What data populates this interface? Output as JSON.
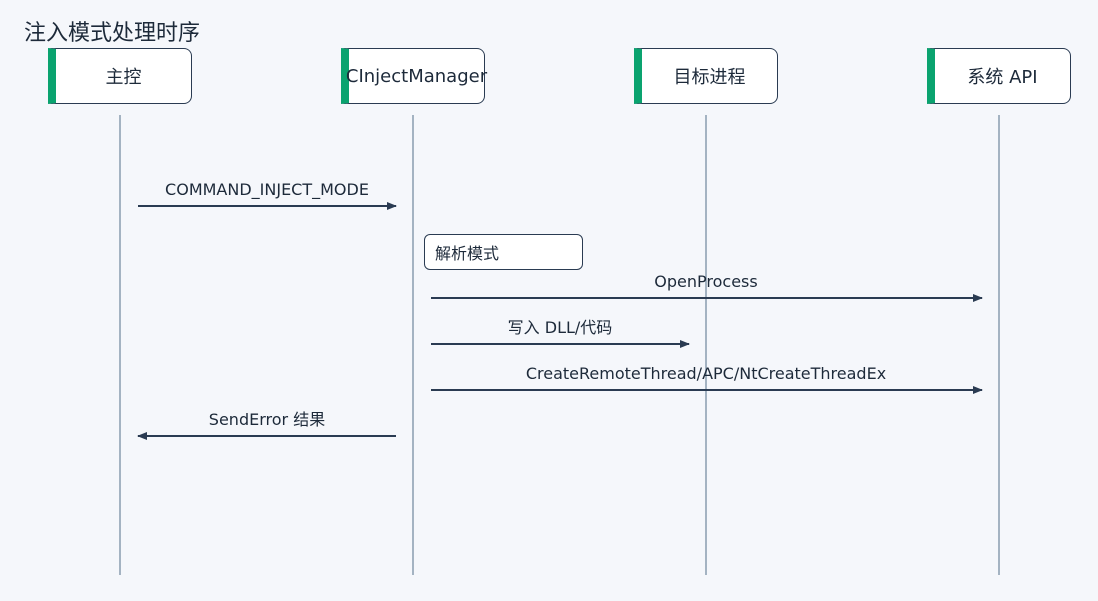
{
  "title": "注入模式处理时序",
  "participants": [
    "主控",
    "CInjectManager",
    "目标进程",
    "系统 API"
  ],
  "note": "解析模式",
  "messages": [
    {
      "label": "COMMAND_INJECT_MODE",
      "from": "主控",
      "to": "CInjectManager"
    },
    {
      "label": "OpenProcess",
      "from": "CInjectManager",
      "to": "系统 API"
    },
    {
      "label": "写入 DLL/代码",
      "from": "CInjectManager",
      "to": "目标进程"
    },
    {
      "label": "CreateRemoteThread/APC/NtCreateThreadEx",
      "from": "CInjectManager",
      "to": "系统 API"
    },
    {
      "label": "SendError 结果",
      "from": "CInjectManager",
      "to": "主控"
    }
  ],
  "colors": {
    "accent": "#0aa36f",
    "border": "#2a3b52",
    "lifeline": "#a4b3c2",
    "arrow": "#2a3b52",
    "background": "#f5f7fb"
  }
}
